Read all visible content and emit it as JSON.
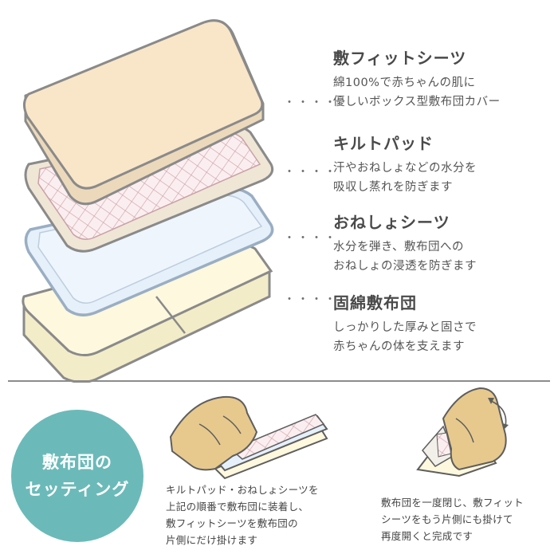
{
  "layers": [
    {
      "title": "敷フィットシーツ",
      "lines": [
        "綿100%で赤ちゃんの肌に",
        "優しいボックス型敷布団カバー"
      ]
    },
    {
      "title": "キルトパッド",
      "lines": [
        "汗やおねしょなどの水分を",
        "吸収し蒸れを防ぎます"
      ]
    },
    {
      "title": "おねしょシーツ",
      "lines": [
        "水分を弾き、敷布団への",
        "おねしょの浸透を防ぎます"
      ]
    },
    {
      "title": "固綿敷布団",
      "lines": [
        "しっかりした厚みと固さで",
        "赤ちゃんの体を支えます"
      ]
    }
  ],
  "dots": "・・・・",
  "setting": {
    "circle_lines": [
      "敷布団の",
      "セッティング"
    ],
    "step1_lines": [
      "キルトパッド・おねしょシーツを",
      "上記の順番で敷布団に装着し、",
      "敷フィットシーツを敷布団の",
      "片側にだけ掛けます"
    ],
    "step2_lines": [
      "敷布団を一度閉じ、敷フィット",
      "シーツをもう片側にも掛けて",
      "再度開くと完成です"
    ]
  },
  "colors": {
    "sheet": "#f9e6c8",
    "quilt": "#fbeef0",
    "quilt_grid": "#d9b3b8",
    "waterproof": "#e6f0fa",
    "waterproof_edge": "#a9bfd6",
    "futon": "#fdf8de",
    "outline": "#8a8a8a",
    "accent": "#6bbab9"
  }
}
